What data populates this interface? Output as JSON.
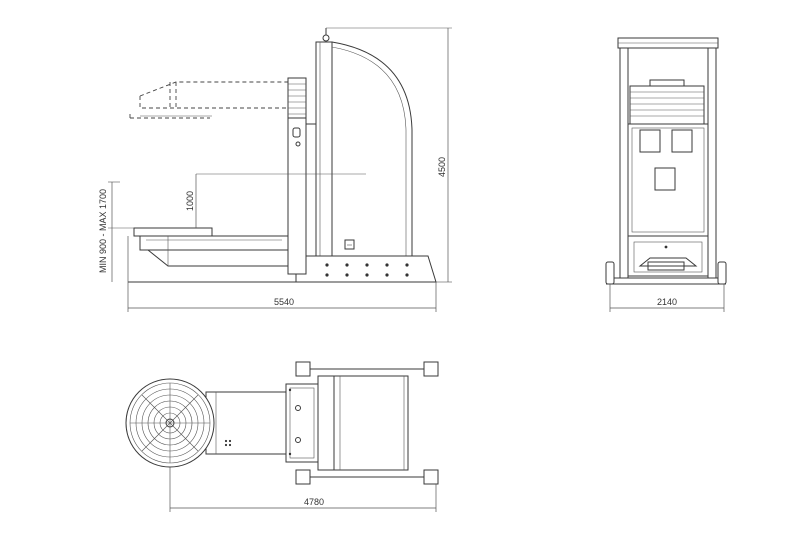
{
  "views": {
    "side": {
      "dimensions": {
        "length": "5540",
        "height": "4500",
        "lift_travel": "1000",
        "table_height": "MIN 900 - MAX 1700"
      }
    },
    "front": {
      "dimensions": {
        "width": "2140"
      }
    },
    "top": {
      "dimensions": {
        "length": "4780"
      }
    }
  }
}
